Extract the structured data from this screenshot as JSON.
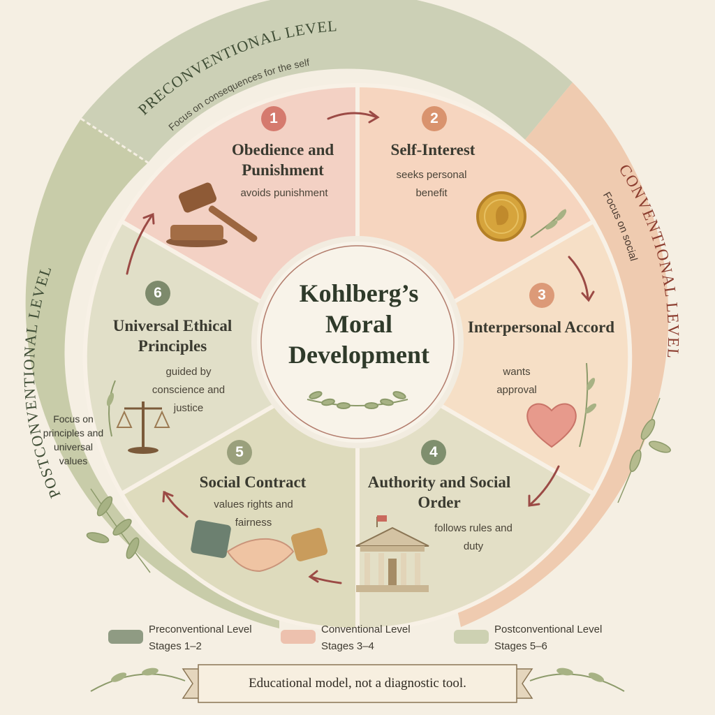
{
  "center_title": [
    "Kohlberg’s",
    "Moral",
    "Development"
  ],
  "levels": {
    "preconventional": {
      "label": "PRECONVENTIONAL LEVEL",
      "focus": "Focus on consequences for the self",
      "color": "#c9ccb3"
    },
    "conventional": {
      "label": "CONVENTIONAL LEVEL",
      "focus": "Focus on social ",
      "color": "#f0c9ab"
    },
    "postconventional": {
      "label": "POSTCONVENTIONAL LEVEL",
      "focus": "Focus on principles and universal values",
      "color": "#c3c8a6"
    }
  },
  "stages": [
    {
      "number": "1",
      "title": "Obedience and Punishment",
      "description": "avoids punishment",
      "icon": "gavel-icon",
      "badge_color": "#d57a6e"
    },
    {
      "number": "2",
      "title": "Self-Interest",
      "description": "seeks personal benefit",
      "icon": "coin-icon",
      "badge_color": "#d9936e"
    },
    {
      "number": "3",
      "title": "Interpersonal Accord",
      "description": "wants approval",
      "icon": "heart-icon",
      "badge_color": "#dc9a78"
    },
    {
      "number": "4",
      "title": "Authority and Social Order",
      "description": "follows rules and duty",
      "icon": "courthouse-icon",
      "badge_color": "#7f8f6e"
    },
    {
      "number": "5",
      "title": "Social Contract",
      "description": "values rights and fairness",
      "icon": "handshake-icon",
      "badge_color": "#9aa07c"
    },
    {
      "number": "6",
      "title": "Universal Ethical Principles",
      "description": "guided by conscience and justice",
      "icon": "scales-icon",
      "badge_color": "#7d8a6c"
    }
  ],
  "legend": [
    {
      "name": "Preconventional Level",
      "stages": "Stages 1–2",
      "color": "#7d8c72"
    },
    {
      "name": "Conventional Level",
      "stages": "Stages 3–4",
      "color": "#ebb9a5"
    },
    {
      "name": "Postconventional Level",
      "stages": "Stages 5–6",
      "color": "#c6cba9"
    }
  ],
  "footer_note": "Educational model, not a diagnostic tool.",
  "colors": {
    "arrow": "#9b4a45",
    "leaf": "#8c9a6a",
    "ring_outline": "#e6dccb"
  }
}
